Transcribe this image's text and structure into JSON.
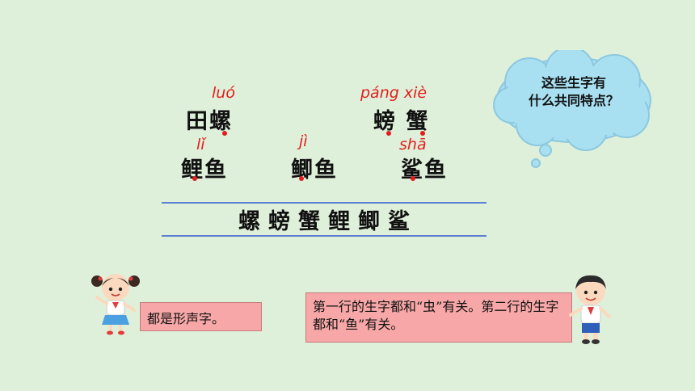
{
  "words": {
    "tianluo": "田螺",
    "pangxie": "螃 蟹",
    "liyu": "鲤鱼",
    "jiyu": "鲫鱼",
    "shayu": "鲨鱼"
  },
  "pinyin": {
    "luo": "luó",
    "pangxie": "páng xiè",
    "li": "lǐ",
    "ji": "jì",
    "sha": "shā"
  },
  "characters": [
    "螺",
    "螃",
    "蟹",
    "鲤",
    "鲫",
    "鲨"
  ],
  "question": {
    "line1": "这些生字有",
    "line2": "什么共同特点？"
  },
  "answers": {
    "girl": "都是形声字。",
    "boy": "第一行的生字都和“虫”有关。第二行的生字都和“鱼”有关。"
  },
  "colors": {
    "background": "#dff0da",
    "pinyin": "#e31d1d",
    "box": "#f7a7a7",
    "cloud": "#a8e0f2",
    "line": "#5b7fd1"
  }
}
